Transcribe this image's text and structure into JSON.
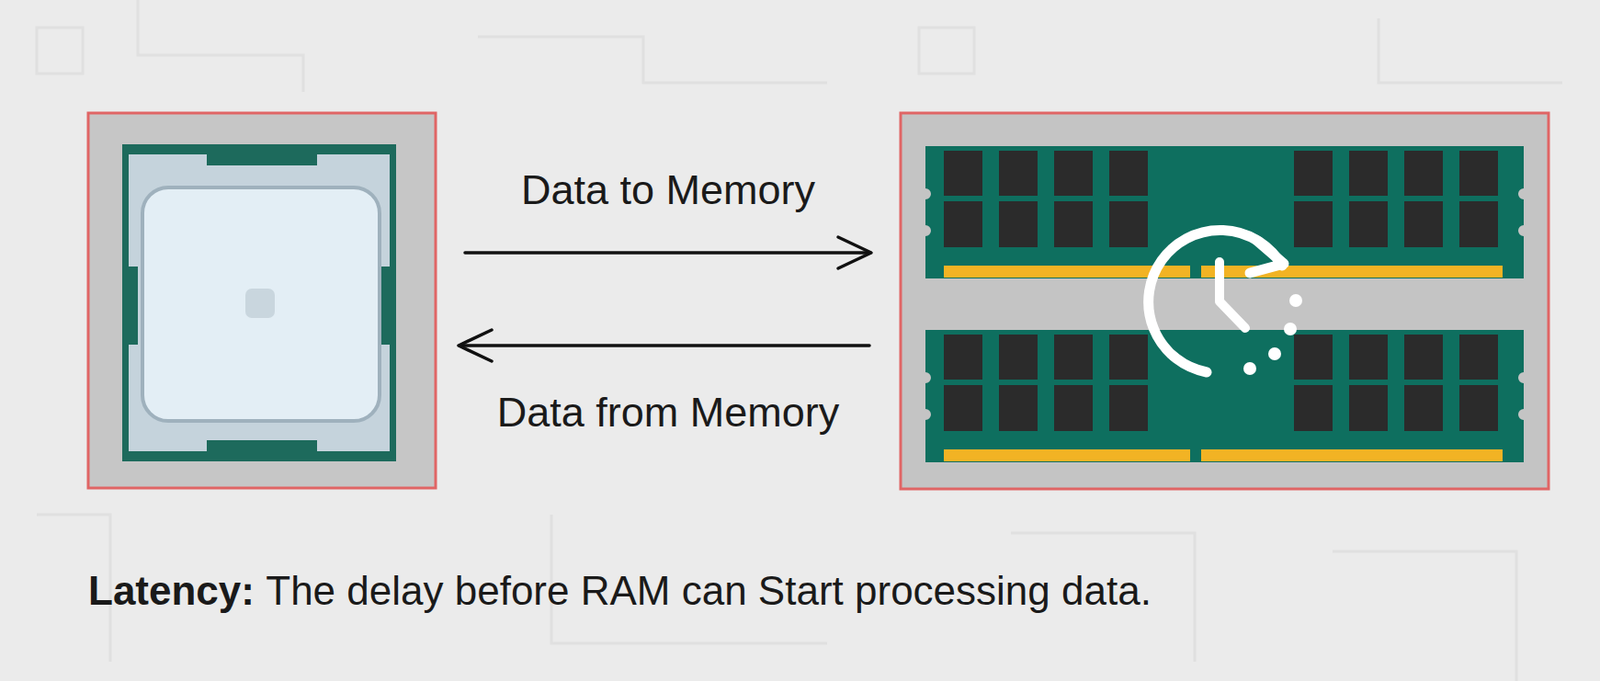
{
  "diagram": {
    "labels": [
      "Data to Memory",
      "Data from Memory",
      "Latency:",
      "The delay before RAM can Start processing data."
    ]
  }
}
